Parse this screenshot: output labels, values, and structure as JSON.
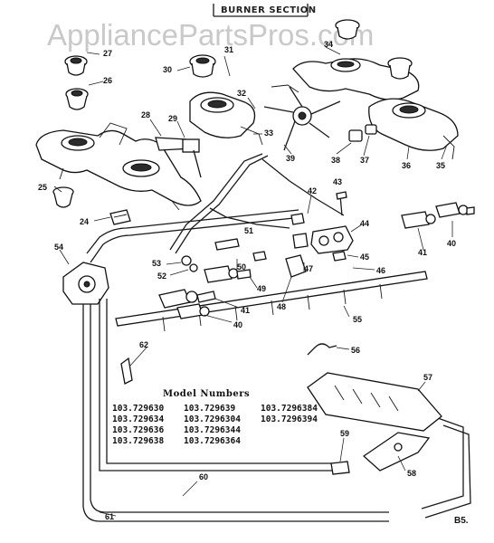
{
  "watermark": "AppliancePartsPros.com",
  "section_title": "BURNER SECTION",
  "page_label": "B5.",
  "model_table": {
    "title": "Model Numbers",
    "rows": [
      [
        "103.729630",
        "103.729639",
        "103.7296384"
      ],
      [
        "103.729634",
        "103.7296304",
        "103.7296394"
      ],
      [
        "103.729636",
        "103.7296344",
        ""
      ],
      [
        "103.729638",
        "103.7296364",
        ""
      ]
    ]
  },
  "callouts": [
    "24",
    "25",
    "26",
    "27",
    "28",
    "29",
    "30",
    "31",
    "32",
    "33",
    "34",
    "35",
    "36",
    "37",
    "38",
    "39",
    "40",
    "41",
    "42",
    "43",
    "44",
    "45",
    "46",
    "47",
    "48",
    "49",
    "50",
    "51",
    "52",
    "53",
    "54",
    "55",
    "56",
    "57",
    "58",
    "59",
    "60",
    "61",
    "62"
  ]
}
